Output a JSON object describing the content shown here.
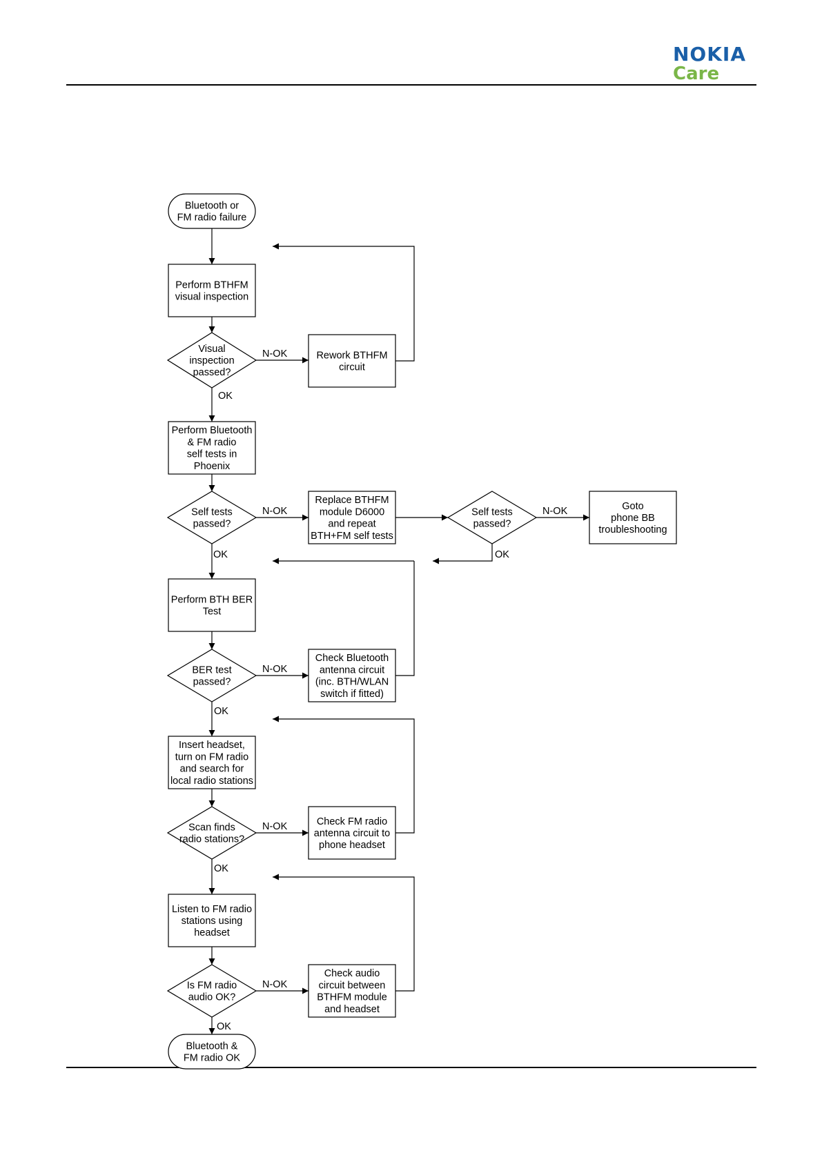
{
  "brand": {
    "name": "NOKIA",
    "sub": "Care"
  },
  "nodes": {
    "start": [
      "Bluetooth or",
      "FM radio failure"
    ],
    "inspect": [
      "Perform BTHFM",
      "visual inspection"
    ],
    "visual_ok": [
      "Visual",
      "inspection",
      "passed?"
    ],
    "rework": [
      "Rework BTHFM",
      "circuit"
    ],
    "selftest": [
      "Perform Bluetooth",
      "& FM radio",
      "self tests in",
      "Phoenix"
    ],
    "self_ok": [
      "Self tests",
      "passed?"
    ],
    "replace": [
      "Replace BTHFM",
      "module D6000",
      "and repeat",
      "BTH+FM self tests"
    ],
    "self_ok2": [
      "Self tests",
      "passed?"
    ],
    "goto_bb": [
      "Goto",
      "phone BB",
      "troubleshooting"
    ],
    "ber": [
      "Perform BTH BER",
      "Test"
    ],
    "ber_ok": [
      "BER test",
      "passed?"
    ],
    "check_bt_ant": [
      "Check Bluetooth",
      "antenna circuit",
      "(inc. BTH/WLAN",
      "switch if fitted)"
    ],
    "insert_headset": [
      "Insert headset,",
      "turn on FM radio",
      "and search for",
      "local radio stations"
    ],
    "scan_ok": [
      "Scan finds",
      "radio stations?"
    ],
    "check_fm_ant": [
      "Check FM radio",
      "antenna circuit to",
      "phone headset"
    ],
    "listen": [
      "Listen to FM radio",
      "stations using",
      "headset"
    ],
    "audio_ok": [
      "Is FM radio",
      "audio OK?"
    ],
    "check_audio": [
      "Check audio",
      "circuit between",
      "BTHFM module",
      "and headset"
    ],
    "end": [
      "Bluetooth &",
      "FM radio OK"
    ]
  },
  "labels": {
    "ok": "OK",
    "nok": "N-OK"
  }
}
